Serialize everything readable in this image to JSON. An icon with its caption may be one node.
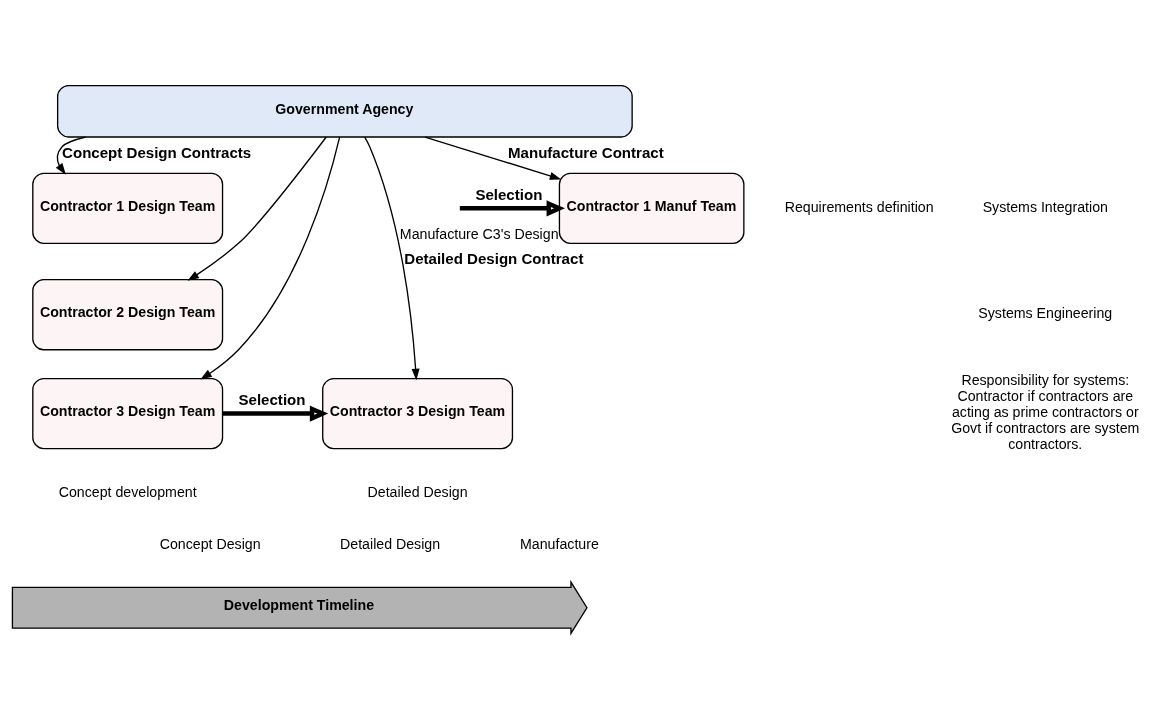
{
  "diagram": {
    "nodes": [
      {
        "text": [
          "Government Agency"
        ]
      },
      {
        "text": [
          "Contractor 1 Design Team"
        ]
      },
      {
        "text": [
          "Contractor 2 Design Team"
        ]
      },
      {
        "text": [
          "Contractor 3 Design Team"
        ],
        "beside": [
          "Concept development"
        ]
      },
      {
        "text": [
          "Contractor 3 Design Team"
        ],
        "beside": [
          "Detailed Design"
        ]
      },
      {
        "text": [
          "Contractor 1 Manuf Team"
        ],
        "beside": [
          "Manufacture C3's Design"
        ]
      },
      {
        "text": [
          "Development Timeline"
        ]
      }
    ],
    "edges": [
      {
        "from": 0,
        "to": 1,
        "arrow": "to",
        "label": "Concept Design Contracts"
      },
      {
        "from": 0,
        "to": 2,
        "arrow": "to"
      },
      {
        "from": 0,
        "to": 3,
        "arrow": "to"
      },
      {
        "from": 0,
        "to": 4,
        "arrow": "to",
        "label": "Detailed Design Contract"
      },
      {
        "from": 0,
        "to": 5,
        "arrow": "to",
        "label": "Manufacture Contract"
      },
      {
        "from": 3,
        "to": 4,
        "arrow": "to",
        "label": "Selection",
        "style": "thick"
      },
      {
        "from": null,
        "to": 5,
        "arrow": "to",
        "label": "Selection",
        "style": "thick"
      }
    ],
    "labels": [
      "Requirements definition",
      "Systems Integration",
      "Systems Engineering",
      "Responsibility for systems: Contractor if contractors are acting as prime contractors or Govt if contractors are system contractors.",
      "Concept Design",
      "Detailed Design",
      "Manufacture"
    ]
  }
}
